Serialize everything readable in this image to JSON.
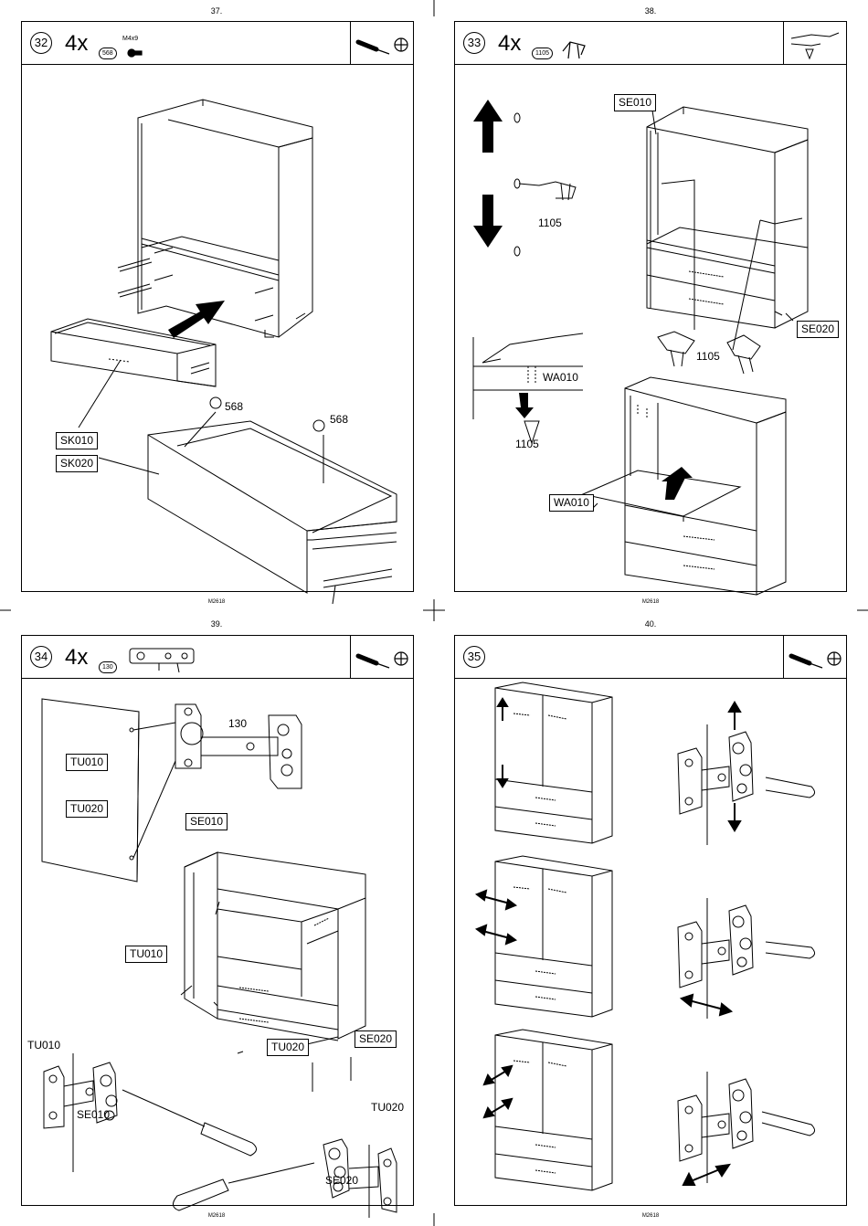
{
  "pages": [
    {
      "number": "37.",
      "footer": "M2618",
      "step": "32",
      "quantity": "4x",
      "part": "568",
      "spec": "M4x9",
      "labels": [
        "SK010",
        "SK020"
      ],
      "callouts": [
        "568",
        "568"
      ],
      "tool_icons": [
        "screwdriver-icon",
        "phillips-icon"
      ]
    },
    {
      "number": "38.",
      "footer": "M2618",
      "step": "33",
      "quantity": "4x",
      "part": "1105",
      "labels": [
        "SE010",
        "SE020",
        "WA010"
      ],
      "callouts": [
        "1105",
        "1105",
        "1105",
        "WA010"
      ],
      "tool_icons": [
        "hand-press-icon"
      ]
    },
    {
      "number": "39.",
      "footer": "M2618",
      "step": "34",
      "quantity": "4x",
      "part": "130",
      "labels": [
        "TU010",
        "TU020",
        "SE010",
        "TU010",
        "TU020",
        "SE020"
      ],
      "callouts": [
        "130",
        "TU010",
        "SE010",
        "TU020",
        "SE020"
      ],
      "tool_icons": [
        "screwdriver-icon",
        "phillips-icon"
      ]
    },
    {
      "number": "40.",
      "footer": "M2618",
      "step": "35",
      "tool_icons": [
        "screwdriver-icon",
        "phillips-icon"
      ]
    }
  ]
}
